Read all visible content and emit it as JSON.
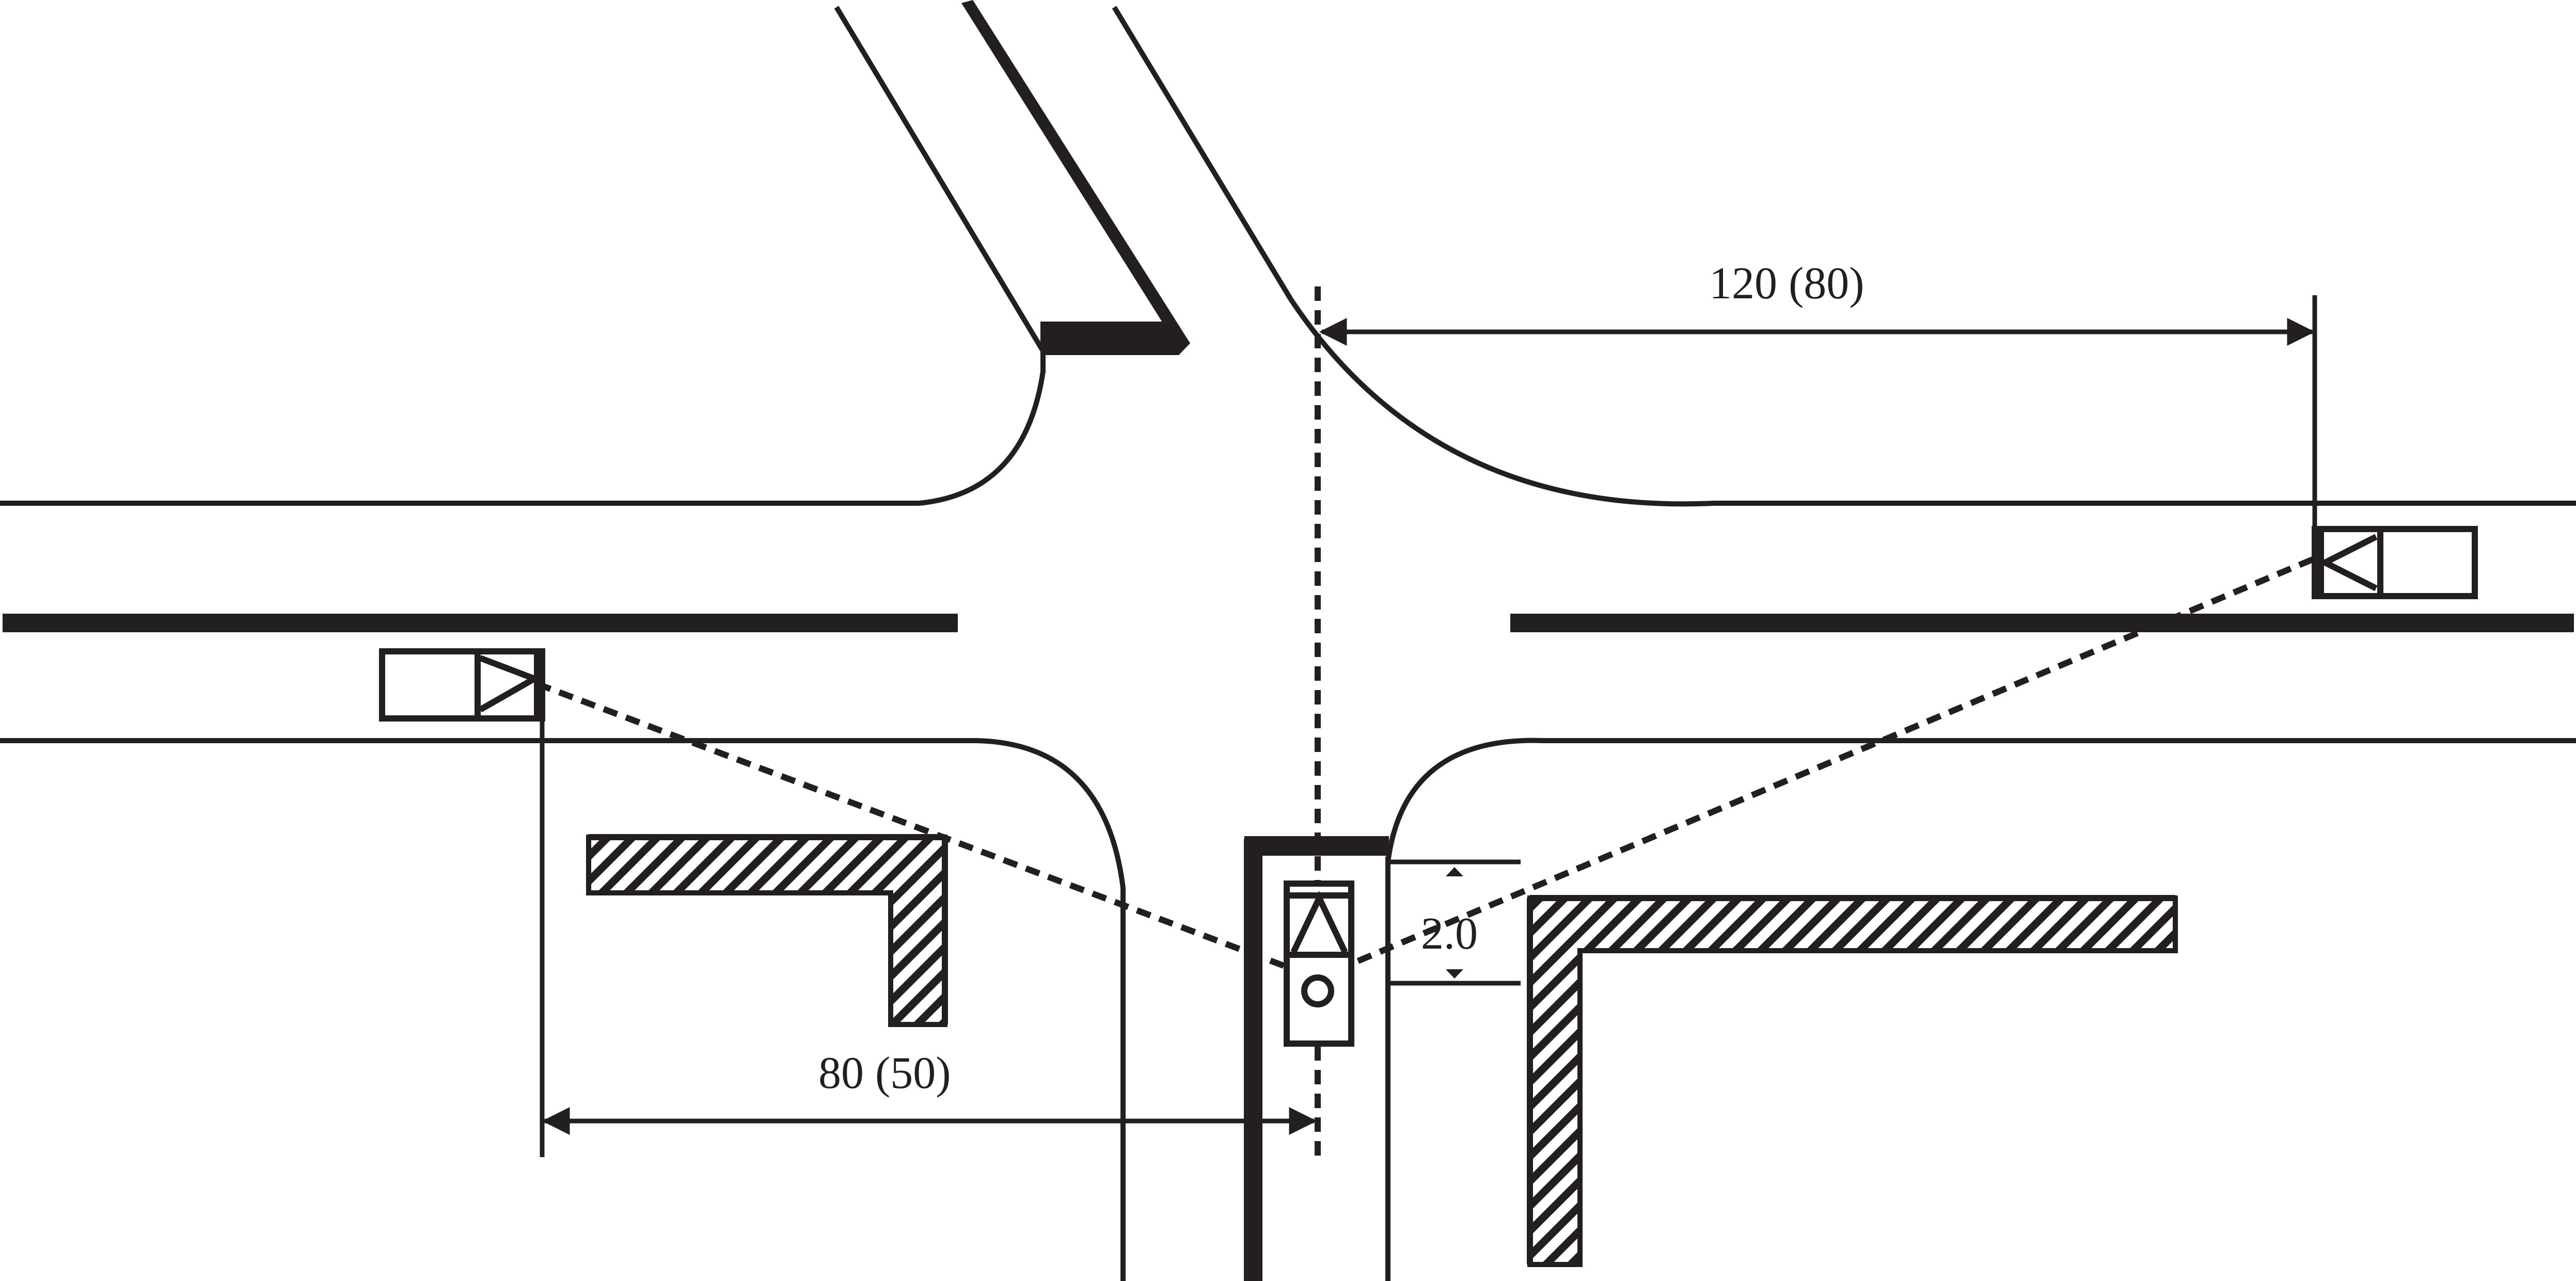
{
  "diagram": {
    "labels": {
      "right_distance": "120 (80)",
      "left_distance": "80 (50)",
      "setback": "2.0"
    },
    "colors": {
      "ink": "#231f20",
      "background": "#ffffff"
    }
  }
}
